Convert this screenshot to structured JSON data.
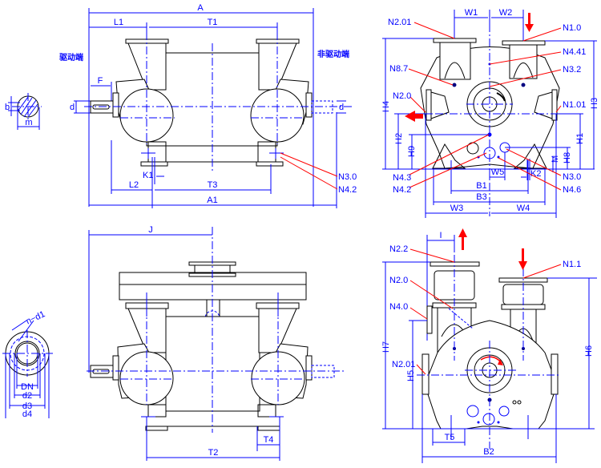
{
  "drawing": {
    "title": "Liquid ring vacuum pump outline dimension drawing",
    "colors": {
      "dimension": "#0000ff",
      "outline": "#000000",
      "leader": "#ff0000",
      "flow_arrow": "#ff0000"
    }
  },
  "top_left_view": {
    "drive_end": "驱动端",
    "non_drive_end": "非驱动端",
    "dims": {
      "A": "A",
      "L1": "L1",
      "T1": "T1",
      "F": "F",
      "d": "d",
      "L2": "L2",
      "T3": "T3",
      "A1": "A1",
      "K1": "K1"
    },
    "nozzles": {
      "n30": "N3.0",
      "n42": "N4.2"
    }
  },
  "shaft_section": {
    "b": "b",
    "m": "m",
    "d": "d"
  },
  "top_right_view": {
    "dims": {
      "W1": "W1",
      "W2": "W2",
      "H4": "H4",
      "H3": "H3",
      "H2": "H2",
      "H1": "H1",
      "H9": "H9",
      "H8": "H8",
      "M": "M",
      "W5": "W5",
      "K2": "K2",
      "B1": "B1",
      "B3": "B3",
      "W3": "W3",
      "W4": "W4"
    },
    "nozzles": {
      "n201": "N2.01",
      "n10": "N1.0",
      "n441": "N4.41",
      "n87": "N8.7",
      "n32": "N3.2",
      "n20": "N2.0",
      "n101": "N1.01",
      "n43": "N4.3",
      "n42": "N4.2",
      "n30": "N3.0",
      "n46": "N4.6"
    }
  },
  "bottom_left_view": {
    "dims": {
      "J": "J",
      "T2": "T2",
      "T4": "T4"
    }
  },
  "flange_detail": {
    "n_d1": "n−d1",
    "DN": "DN",
    "d2": "d2",
    "d3": "d3",
    "d4": "d4"
  },
  "bottom_right_view": {
    "dims": {
      "I": "I",
      "H7": "H7",
      "H6": "H6",
      "H5": "H5",
      "T5": "T5",
      "B2": "B2"
    },
    "nozzles": {
      "n22": "N2.2",
      "n11": "N1.1",
      "n20": "N2.0",
      "n40": "N4.0",
      "n201": "N2.01"
    }
  }
}
